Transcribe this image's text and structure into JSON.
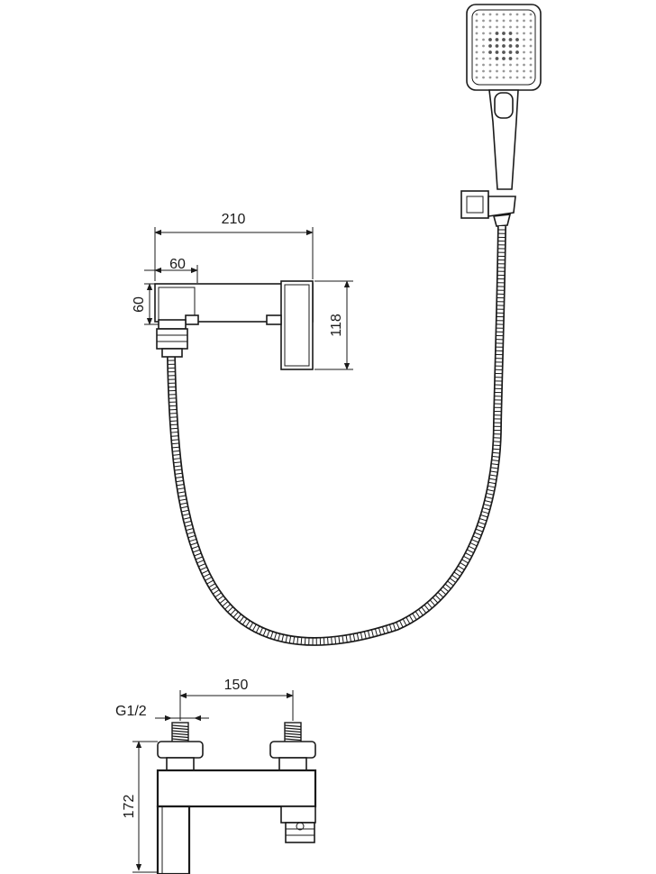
{
  "dimensions": {
    "top_width": "210",
    "top_inner_width": "60",
    "top_inner_height": "60",
    "top_height": "118",
    "bottom_spacing": "150",
    "bottom_thread": "G1/2",
    "bottom_height": "172"
  },
  "icons": {
    "hand_shower": "shower-head-icon",
    "hose": "flexible-hose-icon",
    "holder": "wall-holder-icon",
    "mixer_top": "mixer-top-view-icon",
    "mixer_front": "mixer-front-view-icon"
  },
  "colors": {
    "line": "#1a1a1a",
    "background": "#ffffff"
  }
}
